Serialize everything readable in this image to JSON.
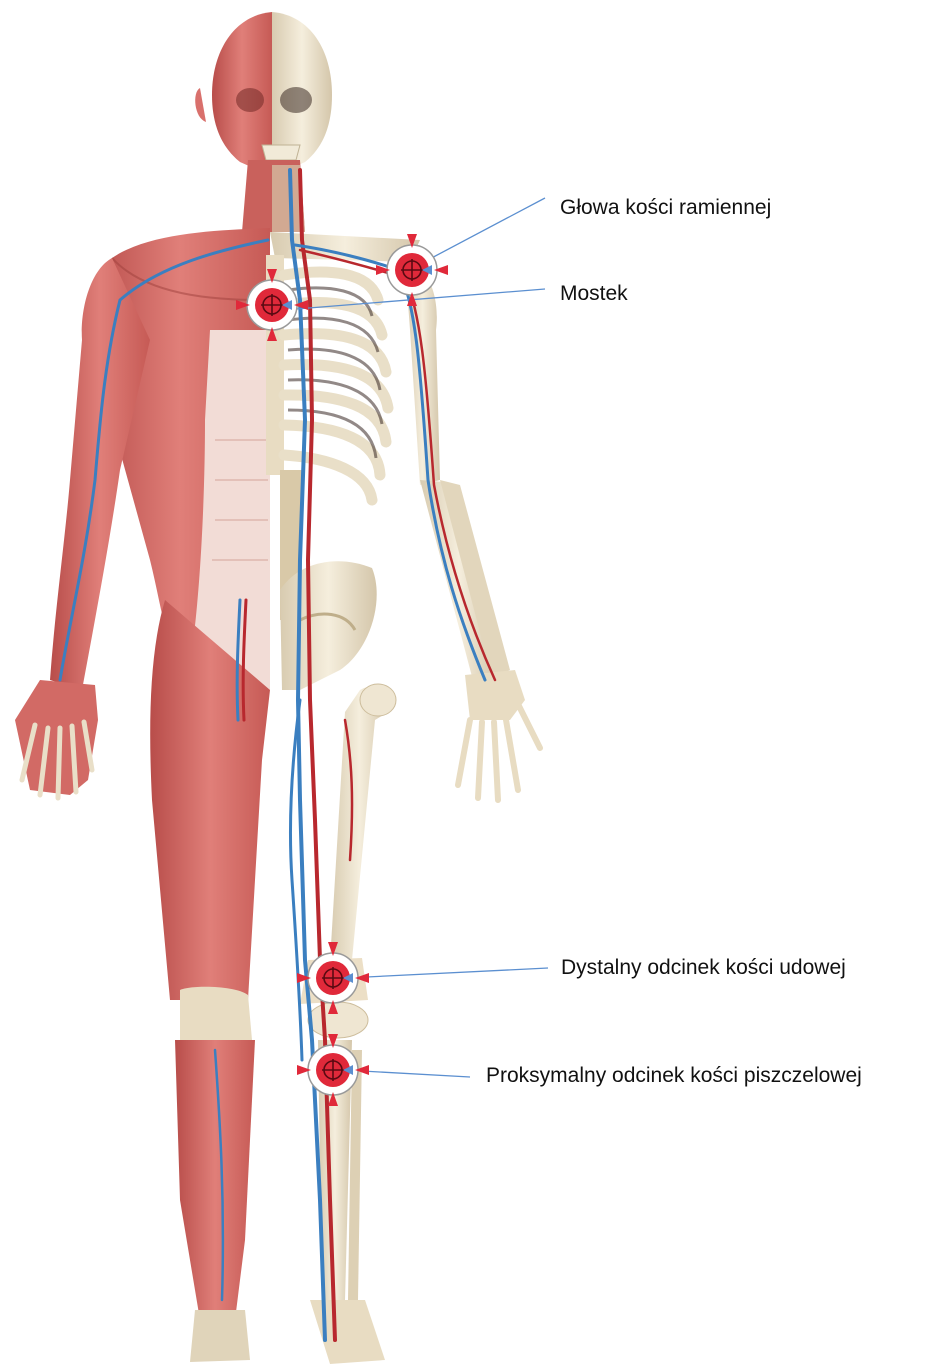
{
  "labels": {
    "humeral_head": "Głowa kości ramiennej",
    "sternum": "Mostek",
    "distal_femur": "Dystalny odcinek kości udowej",
    "proximal_tibia": "Proksymalny odcinek kości piszczelowej"
  },
  "colors": {
    "muscle": "#d9706c",
    "muscle_dark": "#b84d4a",
    "bone": "#efe6d2",
    "bone_shade": "#d8cbb0",
    "vein": "#3b7fc0",
    "artery": "#b8282e",
    "target_red": "#e0293a",
    "leader_line": "#5b8fd0",
    "fascia": "#f2dcd6"
  },
  "icons": {
    "site_marker": "crosshair-target-icon"
  }
}
